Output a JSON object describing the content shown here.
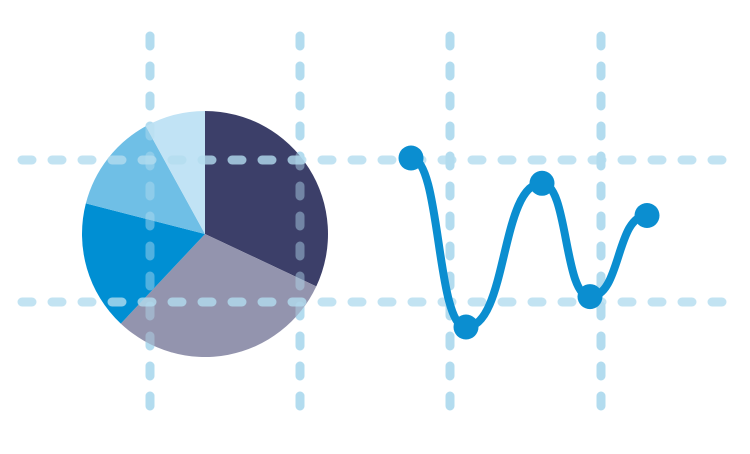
{
  "colors": {
    "background": "#ffffff",
    "grid": "#b3dcef",
    "line": "#0b8ed0"
  },
  "grid": {
    "shown": true,
    "style": "dashed"
  },
  "chart_data": [
    {
      "type": "pie",
      "title": "",
      "slices": [
        {
          "value": 32,
          "color": "#3c3f69"
        },
        {
          "value": 30,
          "color": "#9394ae"
        },
        {
          "value": 17,
          "color": "#008fd3"
        },
        {
          "value": 13,
          "color": "#6fbfe6"
        },
        {
          "value": 8,
          "color": "#c1e3f5"
        }
      ],
      "start_angle_deg": 0,
      "direction": "clockwise"
    },
    {
      "type": "line",
      "title": "",
      "xlabel": "",
      "ylabel": "",
      "x": [
        0,
        1,
        2,
        3,
        4
      ],
      "series": [
        {
          "values": [
            100,
            0,
            85,
            18,
            66
          ],
          "color": "#0b8ed0",
          "markers": true,
          "smooth": true
        }
      ],
      "ylim": [
        0,
        100
      ]
    }
  ]
}
